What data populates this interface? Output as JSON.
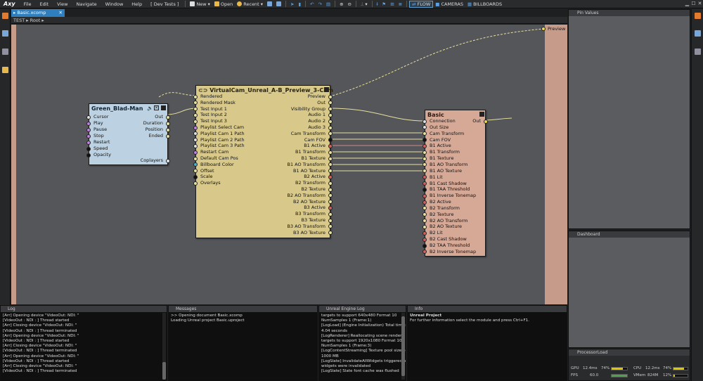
{
  "menu": {
    "logo": "Axy",
    "items": [
      "File",
      "Edit",
      "View",
      "Navigate",
      "Window",
      "Help",
      "[ Dev Tests ]"
    ],
    "toolbar": {
      "new": "New",
      "open": "Open",
      "recent": "Recent",
      "flow": "FLOW",
      "cameras": "CAMERAS",
      "billboards": "BILLBOARDS"
    }
  },
  "tab": {
    "label": "Basic.xcomp"
  },
  "breadcrumb": {
    "root": "TEST",
    "child": "Root"
  },
  "nodes": {
    "green": {
      "title": "Green_Blad-Man",
      "inputs": [
        "Cursor",
        "Play",
        "Pause",
        "Stop",
        "Restart",
        "Speed",
        "Opacity"
      ],
      "outputs": [
        "Out",
        "Duration",
        "Position",
        "Ended"
      ],
      "bottom": "Coplayers"
    },
    "vcam": {
      "title": "VirtualCam_Unreal_A-B_Preview_3-Cam",
      "inputs": [
        "Rendered",
        "Rendered Mask",
        "Test Input 1",
        "Test Input 2",
        "Test Input 3",
        "Playlist Select Cam",
        "Playlist Cam 1 Path",
        "Playlist Cam 2 Path",
        "Playlist Cam 3 Path",
        "Restart Cam",
        "Default Cam Pos",
        "Billboard Color",
        "Offset",
        "Scale",
        "Overlays"
      ],
      "outputs": [
        "Preview",
        "Out",
        "Visibility Group",
        "Audio 1",
        "Audio 2",
        "Audio 3",
        "Cam Transform",
        "Cam FOV",
        "B1 Active",
        "B1 Transform",
        "B1 Texture",
        "B1 AO Transform",
        "B1 AO Texture",
        "B2 Active",
        "B2 Transform",
        "B2 Texture",
        "B2 AO Transform",
        "B2 AO Texture",
        "B3 Active",
        "B3 Transform",
        "B3 Texture",
        "B3 AO Transform",
        "B3 AO Texture"
      ]
    },
    "basic": {
      "title": "Basic",
      "output": "Out",
      "inputs": [
        "Connection",
        "Out Size",
        "Cam Transform",
        "Cam FOV",
        "B1 Active",
        "B1 Transform",
        "B1 Texture",
        "B1 AO Transform",
        "B1 AO Texture",
        "B1 Lit",
        "B1 Cast Shadow",
        "B1 TAA Threshold",
        "B1 Inverse Tonemap",
        "B2 Active",
        "B2 Transform",
        "B2 Texture",
        "B2 AO Transform",
        "B2 AO Texture",
        "B2 Lit",
        "B2 Cast Shadow",
        "B2 TAA Threshold",
        "B2 Inverse Tonemap"
      ]
    },
    "preview": {
      "label": "Preview"
    }
  },
  "panels": {
    "pin_values": "Pin Values",
    "dashboard": "Dashboard",
    "processor": "ProcessorLoad"
  },
  "processor": {
    "gpu_label": "GPU",
    "gpu_ms": "12.4ms",
    "gpu_pct": "74%",
    "gpu_level": 0.74,
    "cpu_label": "CPU",
    "cpu_ms": "12.2ms",
    "cpu_pct": "74%",
    "cpu_level": 0.74,
    "fps_label": "FPS",
    "fps": "60.0",
    "vmem_label": "VMem",
    "vmem": "824M",
    "vmem_pct": "12%",
    "vmem_level": 0.12
  },
  "log": {
    "title": "Log",
    "lines": [
      "[Arr] Opening device \"VideoOut: NDI: \"",
      "[VideoOut : NDI : ] Thread started",
      "[Arr] Closing device \"VideoOut: NDI: \"",
      "[VideoOut : NDI : ] Thread terminated",
      "[Arr] Opening device \"VideoOut: NDI: \"",
      "[VideoOut : NDI : ] Thread started",
      "[Arr] Closing device \"VideoOut: NDI: \"",
      "[VideoOut : NDI : ] Thread terminated",
      "[Arr] Opening device \"VideoOut: NDI: \"",
      "[VideoOut : NDI : ] Thread started",
      "[Arr] Closing device \"VideoOut: NDI: \"",
      "[VideoOut : NDI : ] Thread terminated"
    ]
  },
  "messages": {
    "title": "Messages",
    "lines": [
      ">> Opening document Basic.xcomp",
      "Loading Unreal project Basic.uproject"
    ]
  },
  "unreal": {
    "title": "Unreal Engine Log",
    "lines": [
      "targets to support 640x480 Format 10",
      "NumSamples 1 (Frame:1)",
      "[LogLoad] (Engine Initialization) Total time:",
      "4.04 seconds",
      "[LogRenderer] Reallocating scene render",
      "targets to support 1920x1080 Format 10",
      "NumSamples 1 (Frame:3)",
      "[LogContentStreaming] Texture pool size now",
      "1000 MB",
      "[LogSlate] InvalidateAllWidgets triggered.  All",
      "widgets were invalidated",
      "[LogSlate] Slate font cache was flushed"
    ]
  },
  "info": {
    "title": "Info",
    "heading": "Unreal Project",
    "text": "For further information select the module and press Ctrl+F1."
  }
}
